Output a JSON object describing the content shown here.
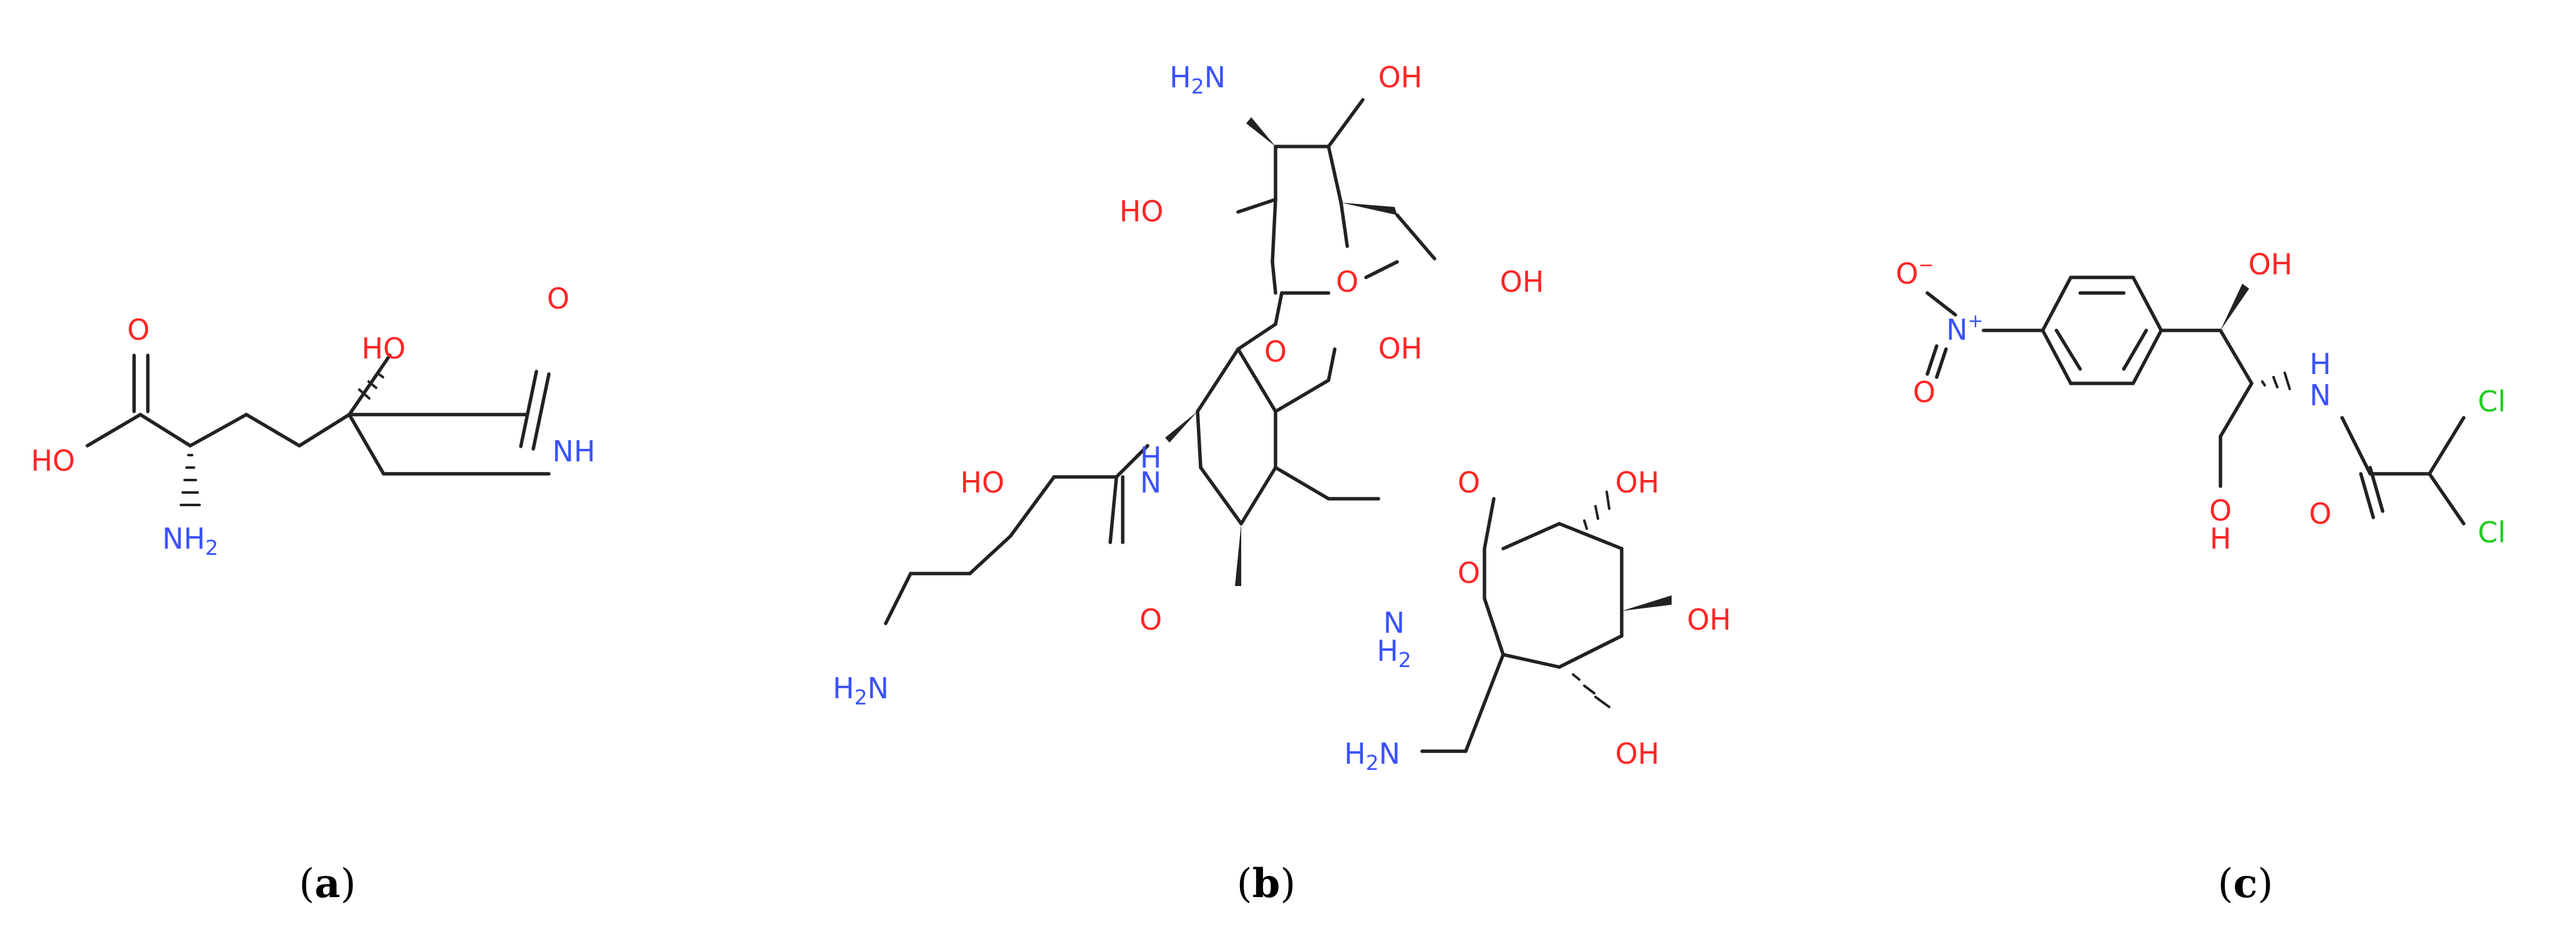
{
  "panels": [
    {
      "id": "a",
      "label_open": "(",
      "label_letter": "a",
      "label_close": ")"
    },
    {
      "id": "b",
      "label_open": "(",
      "label_letter": "b",
      "label_close": ")"
    },
    {
      "id": "c",
      "label_open": "(",
      "label_letter": "c",
      "label_close": ")"
    }
  ],
  "atoms": {
    "a": {
      "carbonyl_O": "O",
      "hydroxy": "HO",
      "ring_O": "O",
      "acid_OH": "HO",
      "ring_NH": "NH",
      "amine": "NH",
      "amine_sub": "2"
    },
    "b": {
      "top_amine": "H",
      "top_amine_sub": "2",
      "top_amine_N": "N",
      "top_OH_right": "OH",
      "top_OH_left": "HO",
      "ring_O_top": "O",
      "CH2OH": "OH",
      "linker_O_top": "O",
      "mid_OH": "OH",
      "amide_N": "N",
      "amide_H": "H",
      "linker_O_right": "O",
      "side_HO": "HO",
      "bot_OH_top": "OH",
      "amide_O": "O",
      "ring_O_bot": "O",
      "bot_OH_right": "OH",
      "mid_amine": "N",
      "mid_amine_H": "H",
      "mid_amine_sub": "2",
      "terminal_amine": "H",
      "terminal_amine_sub": "2",
      "terminal_amine_N": "N",
      "bot_amine": "H",
      "bot_amine_sub": "2",
      "bot_amine_N": "N",
      "bot_OH_bottom": "OH"
    },
    "c": {
      "nitro_Ominus": "O",
      "minus": "−",
      "nitro_N": "N",
      "plus": "+",
      "nitro_O": "O",
      "benzylic_OH": "OH",
      "amide_N": "N",
      "amide_H": "H",
      "Cl_top": "Cl",
      "Cl_bot": "Cl",
      "CH2OH_O": "O",
      "CH2OH_H": "H",
      "amide_O": "O"
    }
  },
  "colors": {
    "oxygen": "#ff2525",
    "nitrogen": "#3b52ff",
    "chlorine": "#22cc22",
    "bond": "#222222"
  }
}
